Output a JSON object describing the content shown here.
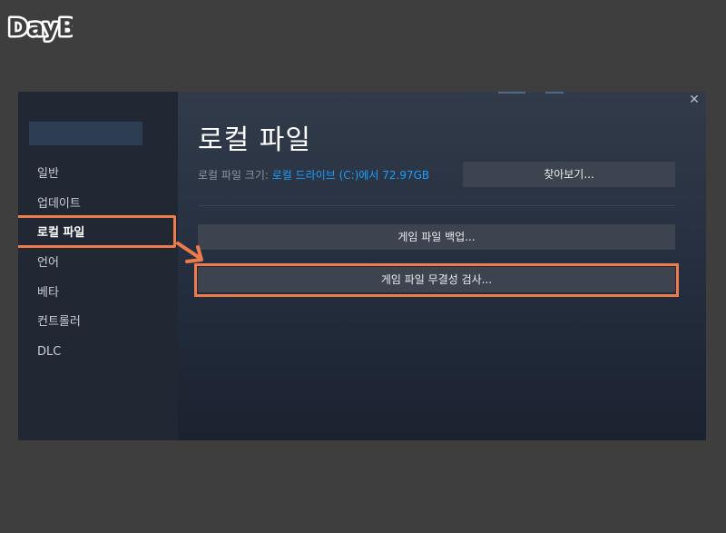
{
  "logo": {
    "text": "DayB"
  },
  "sidebar": {
    "items": [
      {
        "label": "일반"
      },
      {
        "label": "업데이트"
      },
      {
        "label": "로컬 파일"
      },
      {
        "label": "언어"
      },
      {
        "label": "베타"
      },
      {
        "label": "컨트롤러"
      },
      {
        "label": "DLC"
      }
    ],
    "active_index": 2
  },
  "main": {
    "title": "로컬 파일",
    "size_label": "로컬 파일 크기: ",
    "size_value": "로컬 드라이브 (C:)에서 72.97GB",
    "browse_button": "찾아보기...",
    "backup_button": "게임 파일 백업...",
    "verify_button": "게임 파일 무결성 검사..."
  },
  "colors": {
    "accent_highlight": "#ee7b4b",
    "link": "#1a9fff"
  },
  "icons": {
    "close": "close-icon",
    "arrow": "arrow-annotation-icon"
  }
}
